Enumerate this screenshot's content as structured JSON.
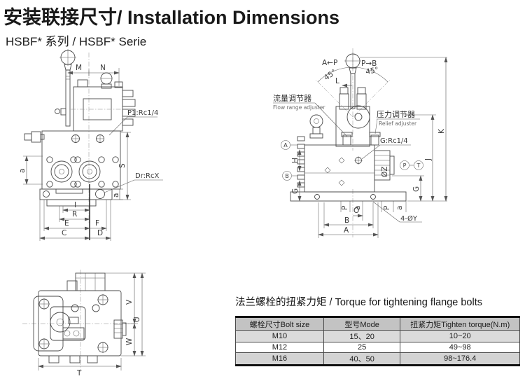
{
  "page": {
    "title": "安装联接尺寸/ Installation Dimensions",
    "subtitle": "HSBF* 系列 / HSBF* Serie"
  },
  "front_view": {
    "dims": {
      "m": "M",
      "n": "N",
      "s": "S",
      "a_left": "a",
      "a_right": "a",
      "i": "I",
      "r": "R",
      "e": "E",
      "f": "F",
      "c": "C",
      "d": "D"
    },
    "callouts": {
      "p1_port": "P1:Rc1/4",
      "drain_port": "Dr:RcX"
    }
  },
  "side_view": {
    "dims": {
      "l": "L",
      "h": "H",
      "g_left": "G",
      "g_right": "G",
      "o": "O",
      "b": "B",
      "a": "A",
      "j": "J",
      "k": "K",
      "p_left": "P",
      "a_small_left": "a",
      "p_right": "P",
      "a_small_right": "a",
      "z_port": "ØZ",
      "angle_left": "45°",
      "angle_right": "45°"
    },
    "callouts": {
      "ap": "A←P",
      "pb": "P→B",
      "flow_cn": "流量调节器",
      "flow_en": "Flow range adjuster",
      "relief_cn": "压力调节器",
      "relief_en": "Relief adjuster",
      "g_port": "G:Rc1/4",
      "holes": "4-ØY",
      "port_a": "A",
      "port_b": "B",
      "port_p": "P",
      "port_t": "T"
    }
  },
  "top_view": {
    "dims": {
      "v": "V",
      "u": "U",
      "w": "W",
      "t": "T"
    }
  },
  "torque_table": {
    "title": "法兰螺栓的扭紧力矩 / Torque for tightening flange bolts",
    "headers": [
      "螺栓尺寸Bolt size",
      "型号Mode",
      "扭紧力矩Tighten torque(N.m)"
    ],
    "rows": [
      [
        "M10",
        "15、20",
        "10~20"
      ],
      [
        "M12",
        "25",
        "49~98"
      ],
      [
        "M16",
        "40、50",
        "98~176.4"
      ]
    ]
  },
  "colors": {
    "line": "#4a4a4a",
    "text": "#2b2b2b",
    "table_header_bg": "#c3c3c3",
    "table_row_alt_bg": "#d9d9d9",
    "table_border": "#111111"
  }
}
